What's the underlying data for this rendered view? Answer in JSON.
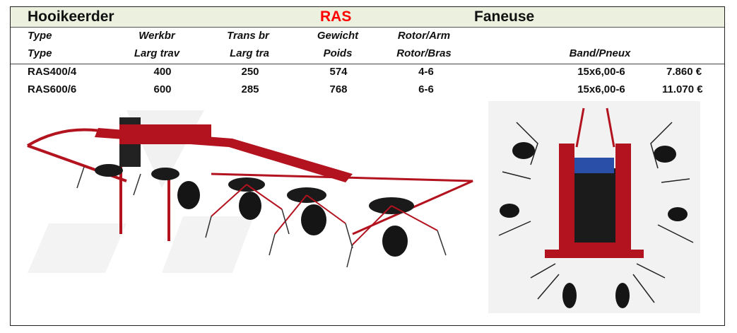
{
  "title": {
    "left": "Hooikeerder",
    "center": "RAS",
    "right": "Faneuse"
  },
  "header_row_1": [
    "Type",
    "Werkbr",
    "Trans br",
    "Gewicht",
    "Rotor/Arm"
  ],
  "header_row_2": [
    "Type",
    "Larg trav",
    "Larg tra",
    "Poids",
    "Rotor/Bras",
    "Band/Pneux"
  ],
  "rows": [
    {
      "type": "RAS400/4",
      "width": "400",
      "trans": "250",
      "weight": "574",
      "rotor": "4-6",
      "tyre": "15x6,00-6",
      "price": "7.860 €"
    },
    {
      "type": "RAS600/6",
      "width": "600",
      "trans": "285",
      "weight": "768",
      "rotor": "6-6",
      "tyre": "15x6,00-6",
      "price": "11.070 €"
    }
  ],
  "colors": {
    "title_bg": "#ebf1de",
    "accent": "#ff0000",
    "machine_red": "#b3121f"
  }
}
